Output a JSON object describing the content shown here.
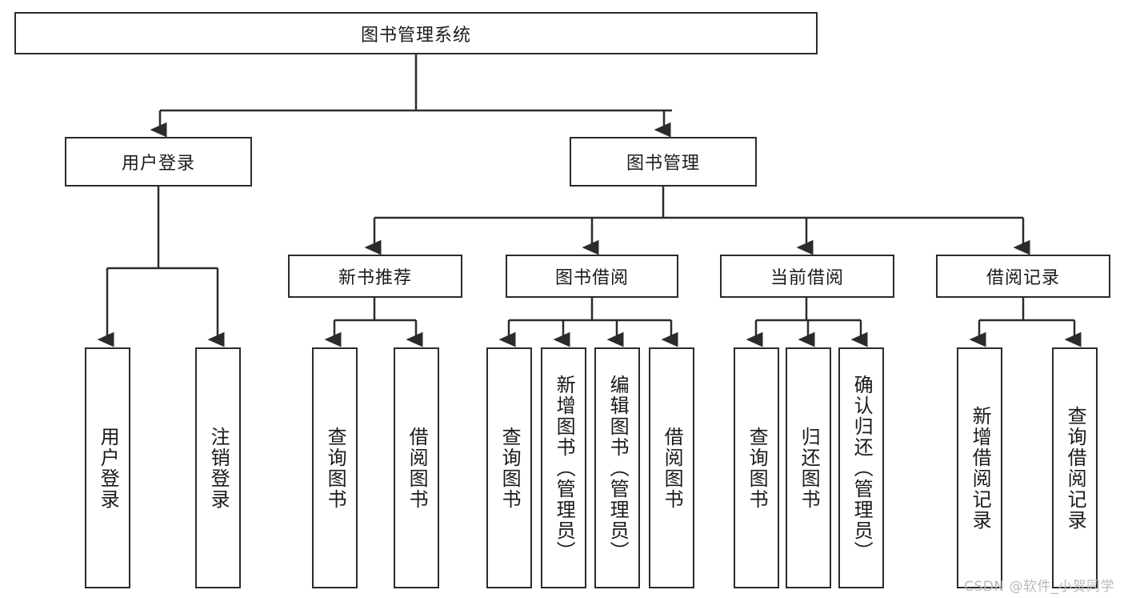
{
  "diagram": {
    "type": "tree",
    "title": "图书管理系统",
    "watermark": "CSDN @软件_小贺同学",
    "colors": {
      "stroke": "#2b2b2b",
      "fill": "#ffffff",
      "text": "#1a1a1a",
      "watermark": "#b9b9b9"
    },
    "levels": {
      "root": {
        "label": "图书管理系统"
      },
      "level2": [
        {
          "label": "用户登录"
        },
        {
          "label": "图书管理"
        }
      ],
      "level3": [
        {
          "label": "新书推荐"
        },
        {
          "label": "图书借阅"
        },
        {
          "label": "当前借阅"
        },
        {
          "label": "借阅记录"
        }
      ],
      "leaves": {
        "user_login": [
          {
            "label": "用户登录"
          },
          {
            "label": "注销登录"
          }
        ],
        "new_book": [
          {
            "label": "查询图书"
          },
          {
            "label": "借阅图书"
          }
        ],
        "borrow_book": [
          {
            "label": "查询图书"
          },
          {
            "label": "新增图书（管理员）"
          },
          {
            "label": "编辑图书（管理员）"
          },
          {
            "label": "借阅图书"
          }
        ],
        "current_borrow": [
          {
            "label": "查询图书"
          },
          {
            "label": "归还图书"
          },
          {
            "label": "确认归还（管理员）"
          }
        ],
        "borrow_record": [
          {
            "label": "新增借阅记录"
          },
          {
            "label": "查询借阅记录"
          }
        ]
      }
    }
  }
}
